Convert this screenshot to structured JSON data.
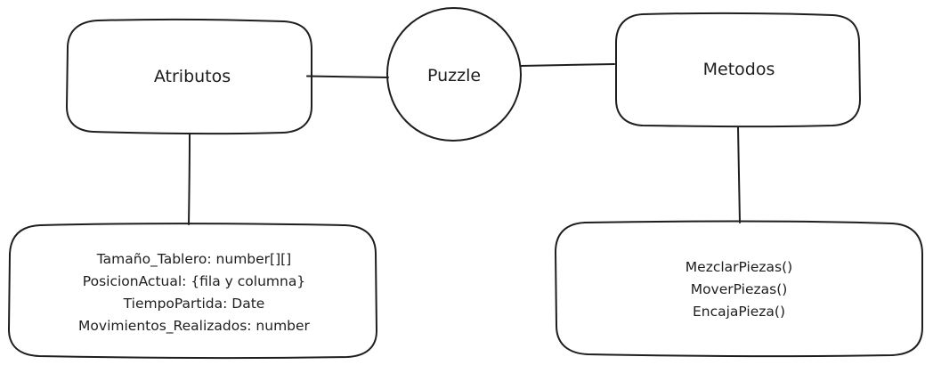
{
  "diagram": {
    "center": {
      "label": "Puzzle"
    },
    "attributes": {
      "title": "Atributos",
      "items": [
        "Tamaño_Tablero: number[][]",
        "PosicionActual: {fila y columna}",
        "TiempoPartida: Date",
        "Movimientos_Realizados: number"
      ]
    },
    "methods": {
      "title": "Metodos",
      "items": [
        "MezclarPiezas()",
        "MoverPiezas()",
        "EncajaPieza()"
      ]
    },
    "stroke_color": "#1e1e1e",
    "background_color": "#ffffff"
  }
}
